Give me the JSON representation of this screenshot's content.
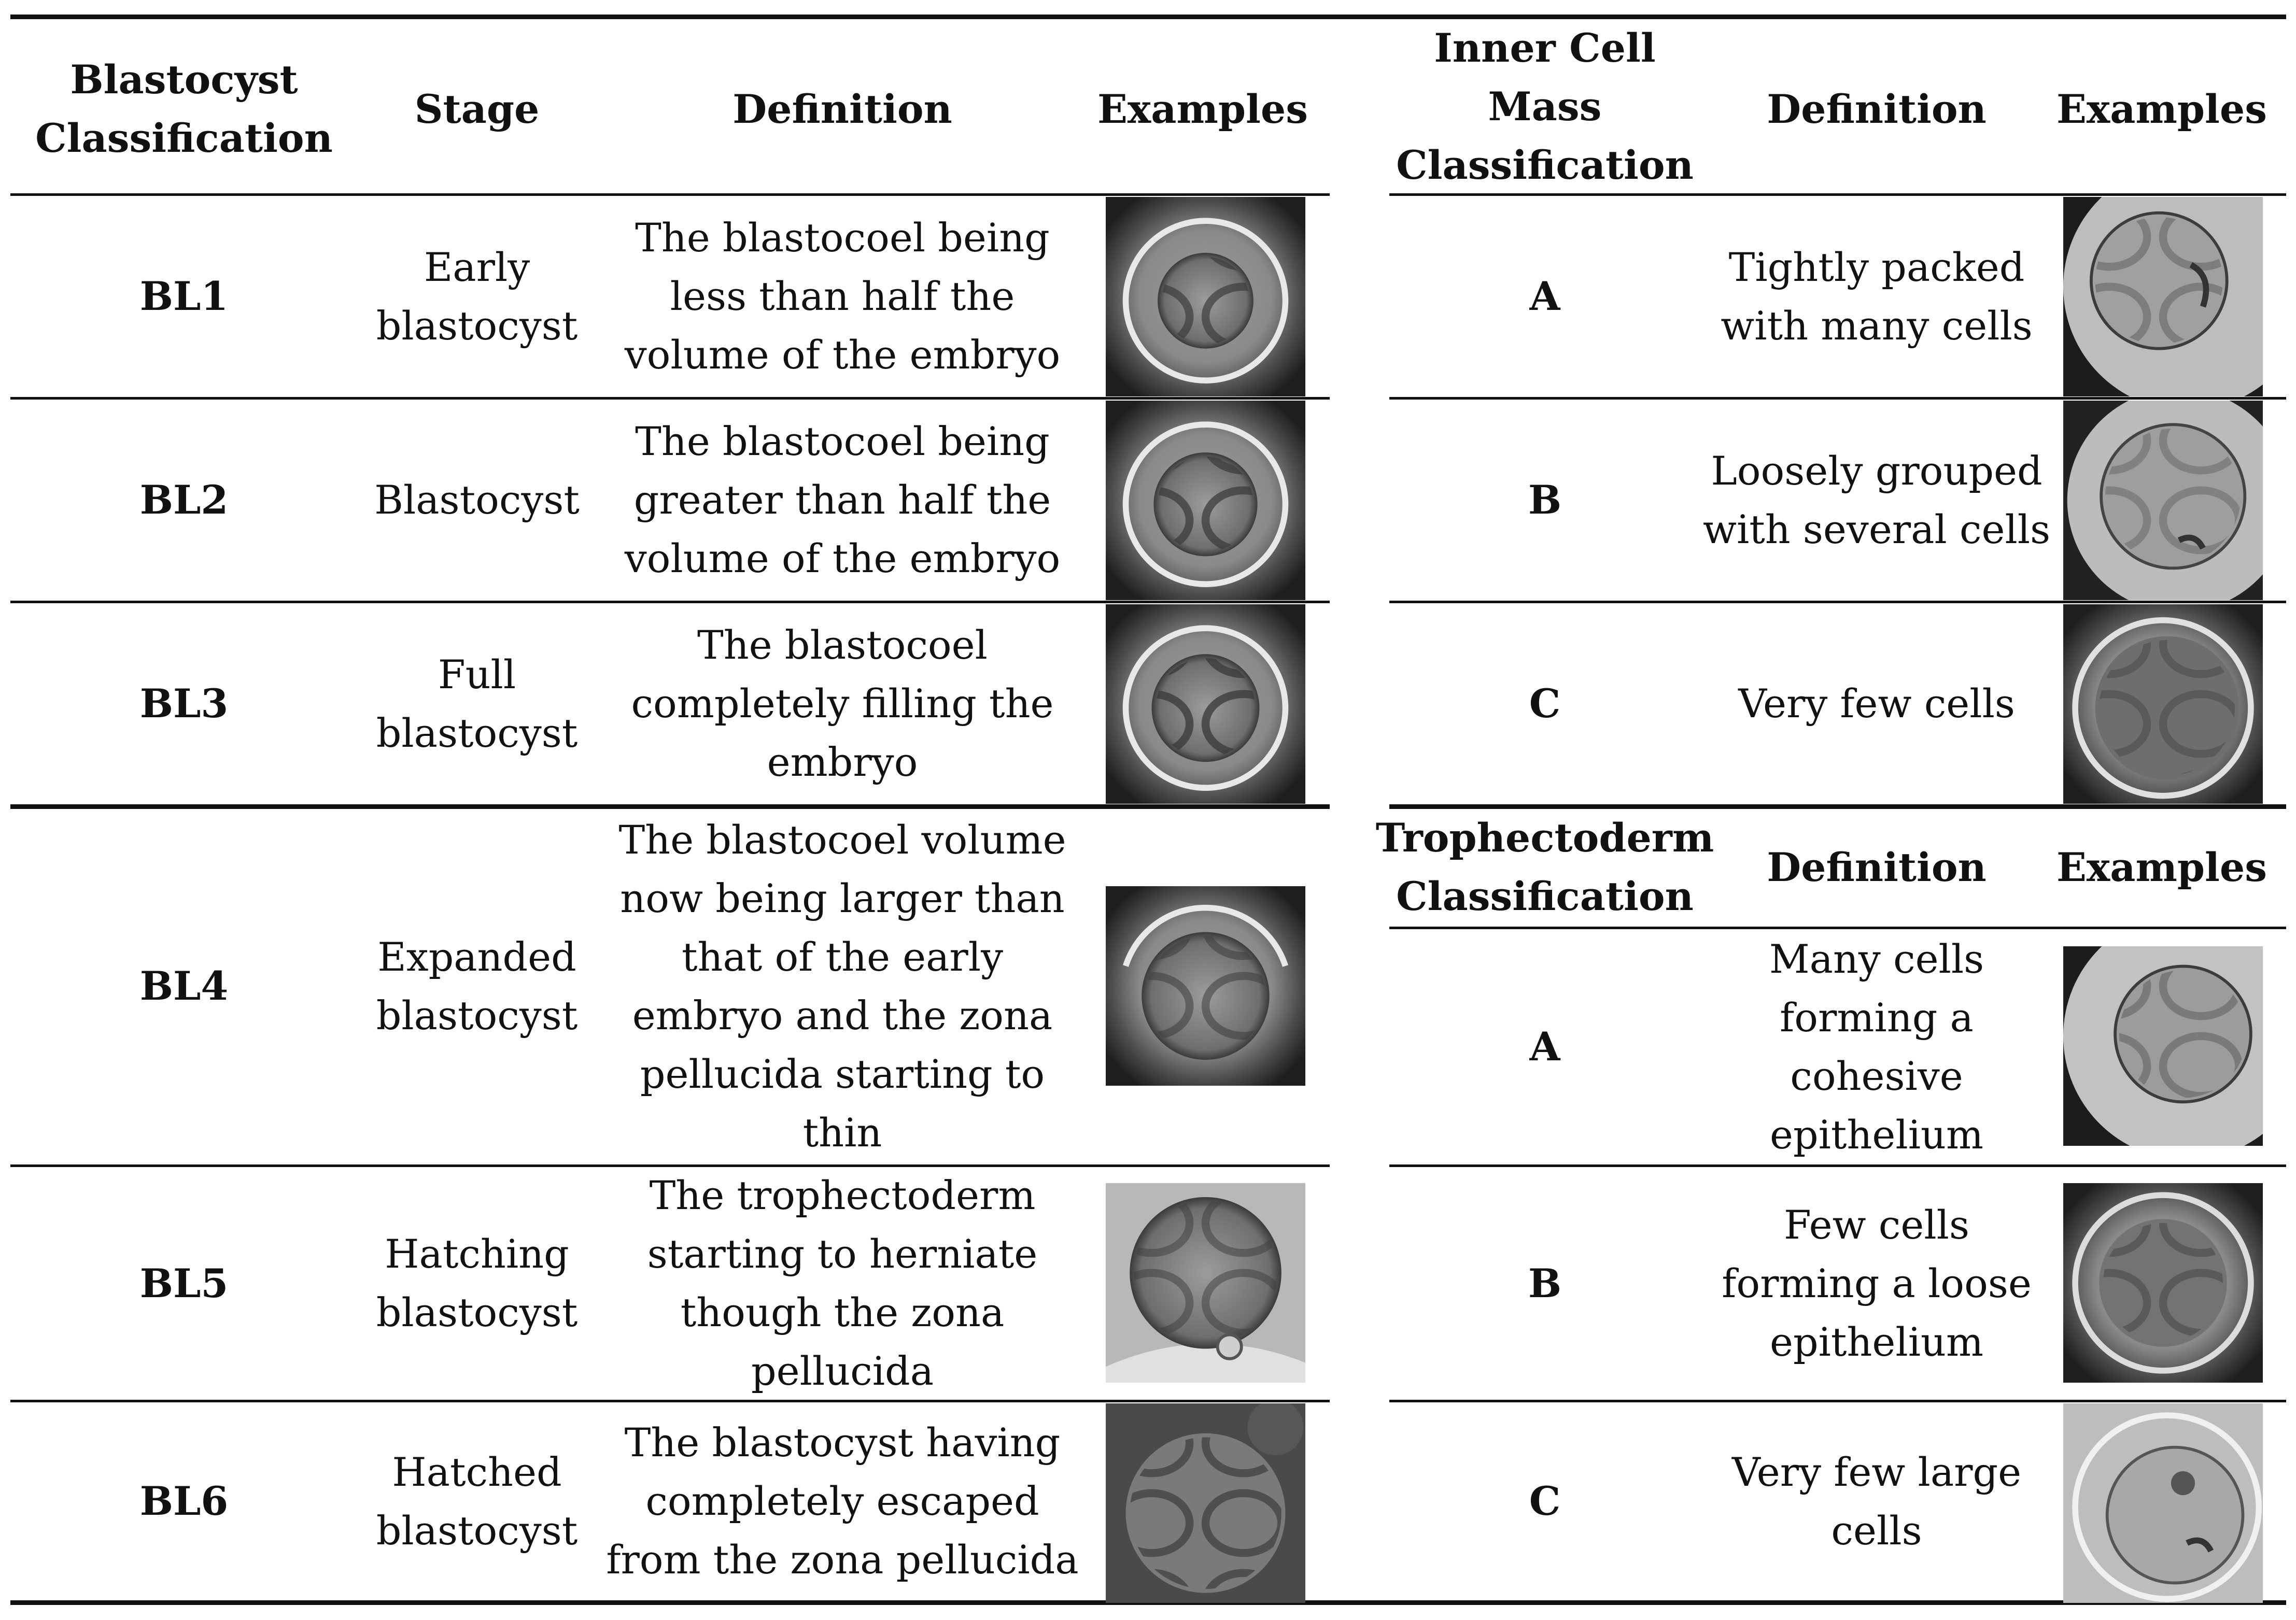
{
  "blastocyst_table": {
    "headers": {
      "classification": "Blastocyst Classification",
      "stage": "Stage",
      "definition": "Definition",
      "examples": "Examples"
    },
    "rows": [
      {
        "class": "BL1",
        "stage": "Early blastocyst",
        "definition": "The blastocoel being less than half the volume of the embryo"
      },
      {
        "class": "BL2",
        "stage": "Blastocyst",
        "definition": "The blastocoel being greater than half the volume of the embryo"
      },
      {
        "class": "BL3",
        "stage": "Full blastocyst",
        "definition": "The blastocoel completely filling the embryo"
      },
      {
        "class": "BL4",
        "stage": "Expanded blastocyst",
        "definition": "The blastocoel volume now being larger than that of the early embryo and the zona pellucida starting to thin"
      },
      {
        "class": "BL5",
        "stage": "Hatching blastocyst",
        "definition": "The trophectoderm starting to herniate though the zona pellucida"
      },
      {
        "class": "BL6",
        "stage": "Hatched blastocyst",
        "definition": "The blastocyst having completely escaped from the zona pellucida"
      }
    ]
  },
  "icm_table": {
    "headers": {
      "classification": "Inner Cell Mass Classification",
      "definition": "Definition",
      "examples": "Examples"
    },
    "rows": [
      {
        "class": "A",
        "definition": "Tightly packed with many cells"
      },
      {
        "class": "B",
        "definition": "Loosely grouped with several cells"
      },
      {
        "class": "C",
        "definition": "Very few cells"
      }
    ]
  },
  "te_table": {
    "headers": {
      "classification": "Trophectoderm Classification",
      "definition": "Definition",
      "examples": "Examples"
    },
    "rows": [
      {
        "class": "A",
        "definition": "Many cells forming a cohesive epithelium"
      },
      {
        "class": "B",
        "definition": "Few cells forming a loose epithelium"
      },
      {
        "class": "C",
        "definition": "Very few large cells"
      }
    ]
  }
}
